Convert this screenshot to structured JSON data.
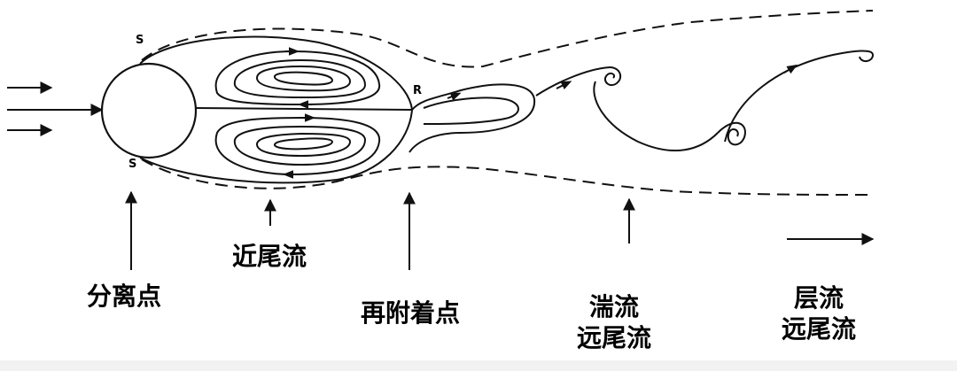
{
  "labels": {
    "separation_point": "分离点",
    "near_wake": "近尾流",
    "reattachment_point": "再附着点",
    "turbulent_far_wake_line1": "湍流",
    "turbulent_far_wake_line2": "远尾流",
    "laminar_far_wake_line1": "层流",
    "laminar_far_wake_line2": "远尾流"
  },
  "markers": {
    "s_top": "S",
    "s_bottom": "S",
    "r": "R"
  }
}
